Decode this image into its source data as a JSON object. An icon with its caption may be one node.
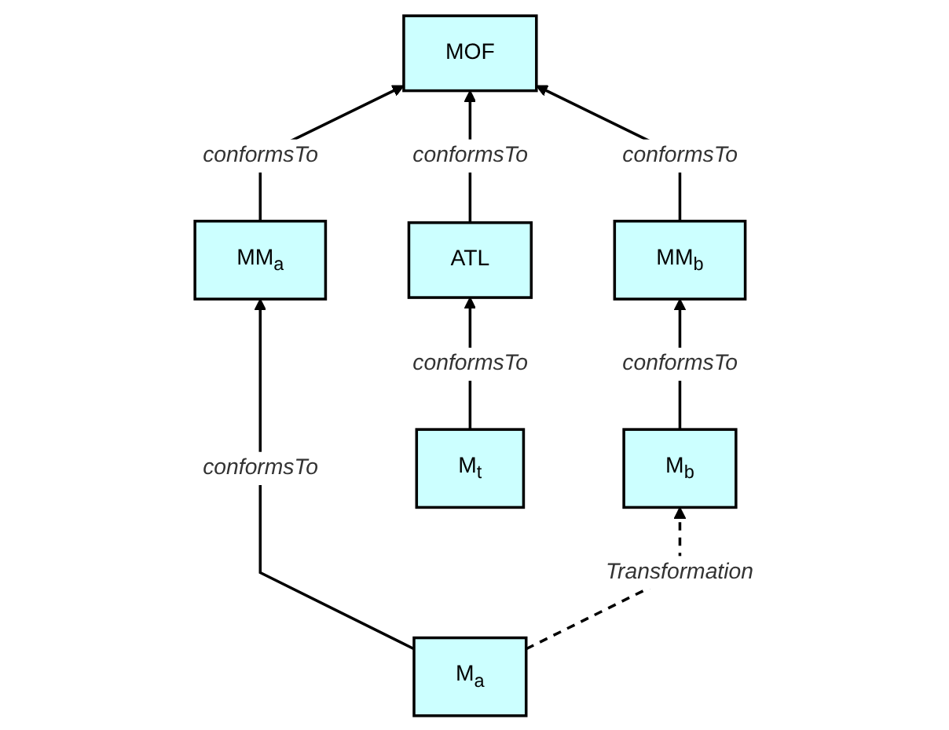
{
  "diagram": {
    "nodes": [
      {
        "text": [
          "MOF"
        ]
      },
      {
        "text": [
          "MM$_{a}$"
        ]
      },
      {
        "text": [
          "ATL"
        ]
      },
      {
        "text": [
          "MM$_{b}$"
        ]
      },
      {
        "text": [
          "M$_{a}$"
        ]
      },
      {
        "text": [
          "M$_{t}$"
        ]
      },
      {
        "text": [
          "M$_{b}$"
        ]
      }
    ],
    "edges": [
      {
        "from": 1,
        "to": 0,
        "arrow": "to",
        "label": "conformsTo"
      },
      {
        "from": 2,
        "to": 0,
        "arrow": "to",
        "label": "conformsTo"
      },
      {
        "from": 3,
        "to": 0,
        "arrow": "to",
        "label": "conformsTo"
      },
      {
        "from": 4,
        "to": 1,
        "arrow": "to",
        "label": "conformsTo"
      },
      {
        "from": 5,
        "to": 2,
        "arrow": "to",
        "label": "conformsTo"
      },
      {
        "from": 6,
        "to": 3,
        "arrow": "to",
        "label": "conformsTo"
      },
      {
        "from": 4,
        "to": 6,
        "arrow": "to",
        "label": "Transformation",
        "style": "dashed"
      }
    ]
  }
}
